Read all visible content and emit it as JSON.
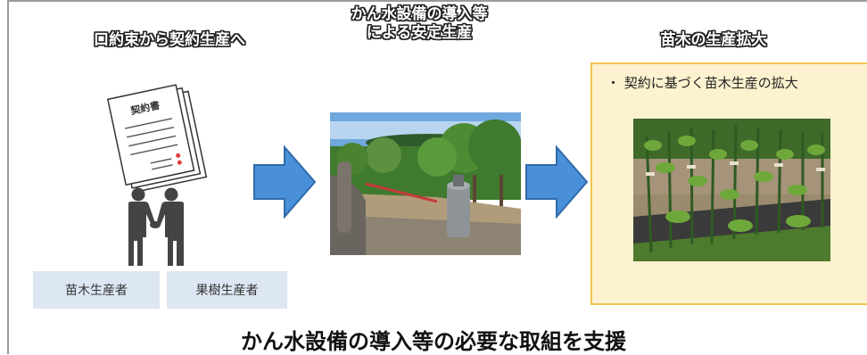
{
  "headings": {
    "step1": "口約束から契約生産へ",
    "step2_line1": "かん水設備の導入等",
    "step2_line2": "による安定生産",
    "step3": "苗木の生産拡大"
  },
  "document": {
    "title": "契約書"
  },
  "labels": {
    "seedling_producer": "苗木生産者",
    "fruit_producer": "果樹生産者"
  },
  "step3_bullet": "・ 契約に基づく苗木生産の拡大",
  "footer": "かん水設備の導入等の必要な取組を支援",
  "colors": {
    "arrow": "#4a90d9",
    "arrow_border": "#2f6aa8",
    "highlight_bg": "#fdf2cf",
    "highlight_border": "#f1c34e",
    "label_bg": "#dde6f3"
  }
}
